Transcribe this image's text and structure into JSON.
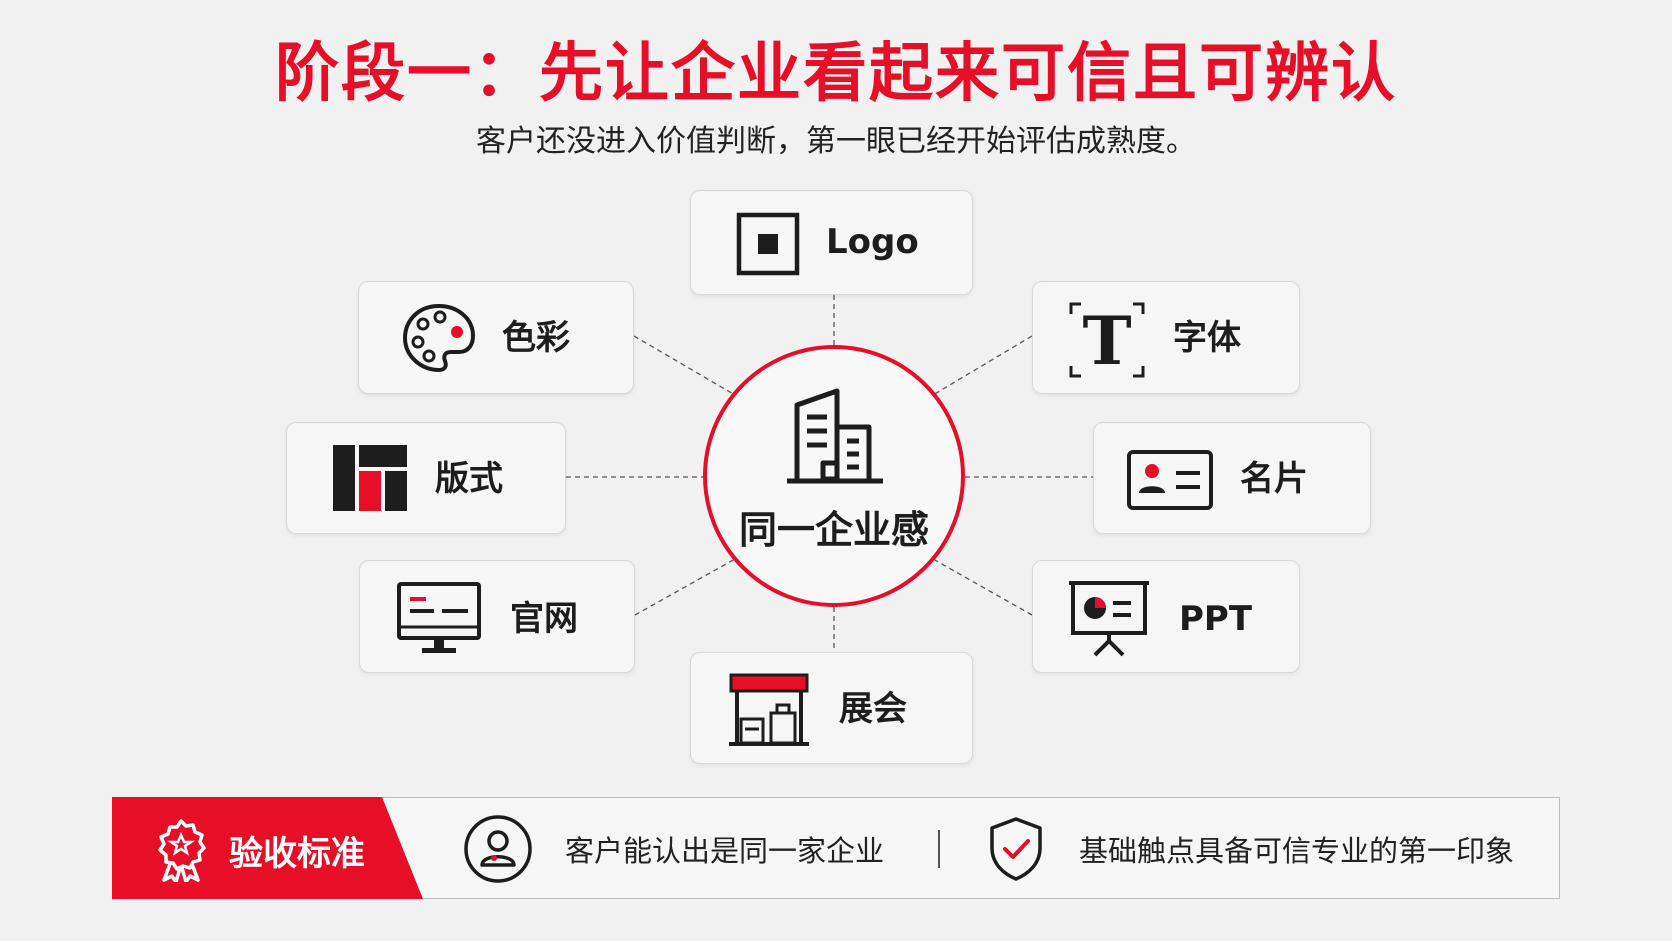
{
  "header": {
    "title": "阶段一：先让企业看起来可信且可辨认",
    "subtitle": "客户还没进入价值判断，第一眼已经开始评估成熟度。"
  },
  "diagram": {
    "center": {
      "label": "同一企业感",
      "icon": "building-icon"
    },
    "nodes": [
      {
        "label": "Logo",
        "icon": "logo-square-icon"
      },
      {
        "label": "色彩",
        "icon": "palette-icon"
      },
      {
        "label": "字体",
        "icon": "typography-icon"
      },
      {
        "label": "版式",
        "icon": "layout-icon"
      },
      {
        "label": "名片",
        "icon": "business-card-icon"
      },
      {
        "label": "官网",
        "icon": "monitor-icon"
      },
      {
        "label": "PPT",
        "icon": "presentation-icon"
      },
      {
        "label": "展会",
        "icon": "booth-icon"
      }
    ]
  },
  "criteria": {
    "badge_label": "验收标准",
    "badge_icon": "award-ribbon-icon",
    "items": [
      {
        "text": "客户能认出是同一家企业",
        "icon": "user-circle-icon"
      },
      {
        "text": "基础触点具备可信专业的第一印象",
        "icon": "shield-check-icon"
      }
    ]
  },
  "colors": {
    "accent": "#e60f27",
    "text": "#1d1d1d",
    "background": "#f1f1f2"
  }
}
